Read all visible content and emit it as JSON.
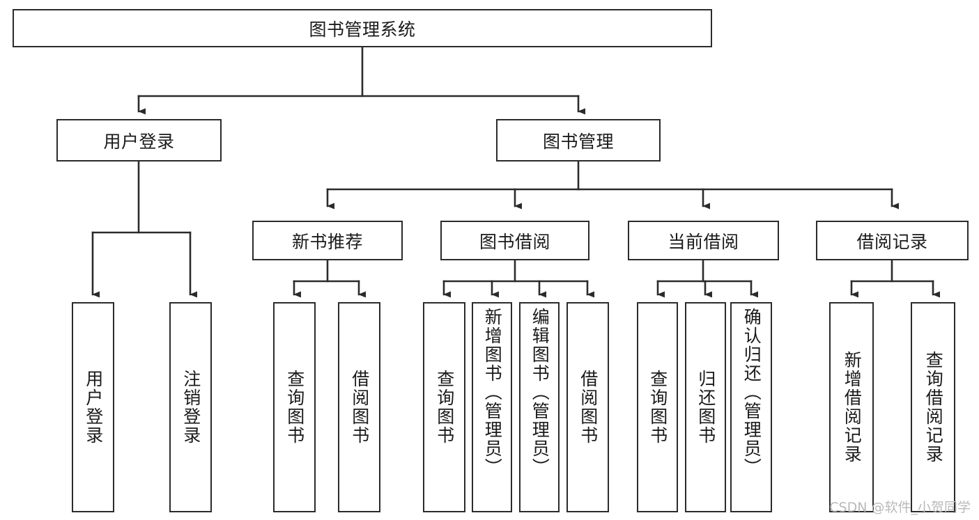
{
  "diagram": {
    "title": "图书管理系统",
    "type": "tree",
    "orientation": "top-down",
    "colors": {
      "node_border": "#2b2b2b",
      "node_fill": "#ffffff",
      "connector": "#2b2b2b",
      "text": "#1a1a1a",
      "watermark": "#b9b9b9",
      "background": "#ffffff"
    },
    "root": {
      "label": "图书管理系统"
    },
    "level2": [
      {
        "label": "用户登录"
      },
      {
        "label": "图书管理"
      }
    ],
    "level3": [
      {
        "label": "新书推荐"
      },
      {
        "label": "图书借阅"
      },
      {
        "label": "当前借阅"
      },
      {
        "label": "借阅记录"
      }
    ],
    "leaves": {
      "user_login": [
        {
          "label": "用户登录"
        },
        {
          "label": "注销登录"
        }
      ],
      "new_book_recommend": [
        {
          "label": "查询图书"
        },
        {
          "label": "借阅图书"
        }
      ],
      "book_borrow": [
        {
          "label": "查询图书"
        },
        {
          "label": "新增图书（管理员）"
        },
        {
          "label": "编辑图书（管理员）"
        },
        {
          "label": "借阅图书"
        }
      ],
      "current_borrow": [
        {
          "label": "查询图书"
        },
        {
          "label": "归还图书"
        },
        {
          "label": "确认归还（管理员）"
        }
      ],
      "borrow_record": [
        {
          "label": "新增借阅记录"
        },
        {
          "label": "查询借阅记录"
        }
      ]
    },
    "watermark": "CSDN @软件_小贺同学"
  }
}
